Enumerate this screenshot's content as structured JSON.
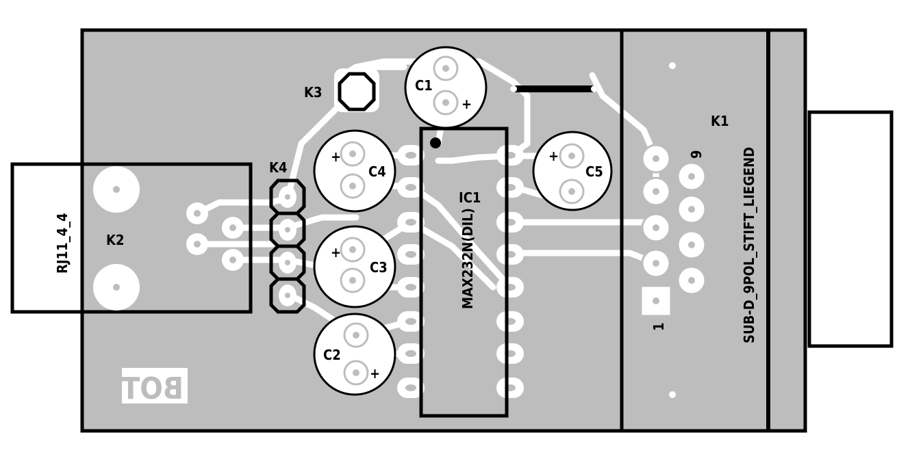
{
  "colors": {
    "board": "#bdbdbd",
    "copper": "#ffffff",
    "silkscreen": "#000000",
    "background": "#ffffff"
  },
  "labels": {
    "k3": "K3",
    "k4": "K4",
    "k2": "K2",
    "k1": "K1",
    "c1": "C1",
    "c2": "C2",
    "c3": "C3",
    "c4": "C4",
    "c5": "C5",
    "ic1": "IC1",
    "ic1_value": "MAX232N(DIL)",
    "k2_value": "RJ11_4_4",
    "k1_value": "SUB-D_9POL_STIFT_LIEGEND",
    "pin1": "1",
    "pin9": "9",
    "plus": "+",
    "layer": "BOT"
  }
}
